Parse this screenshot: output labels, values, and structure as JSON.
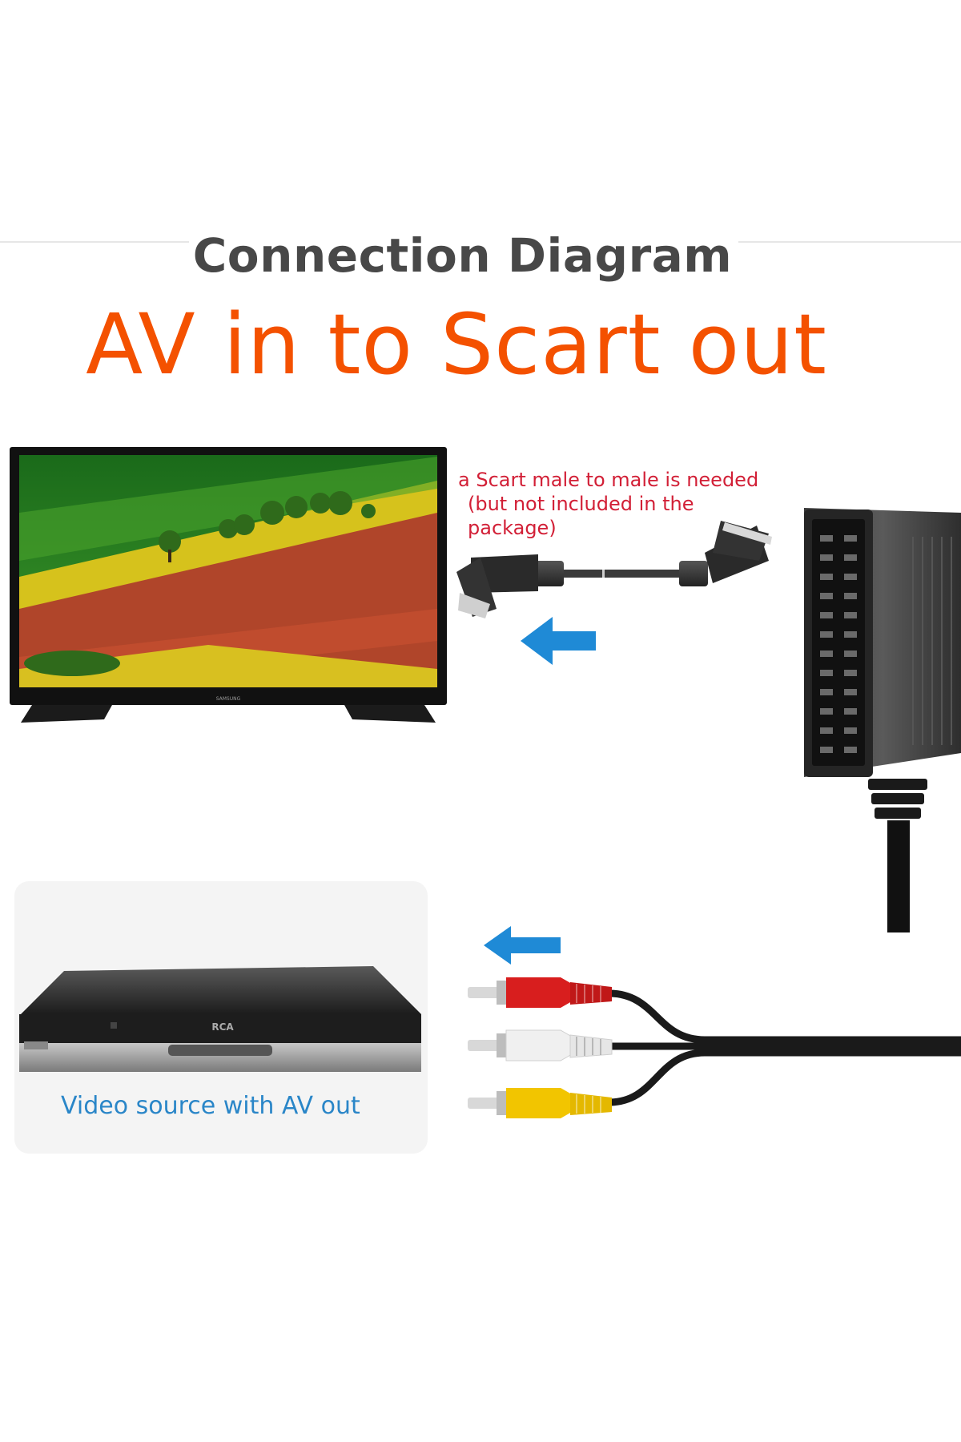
{
  "header": {
    "title": "Connection Diagram",
    "headline": "AV in to Scart out"
  },
  "cable_note": {
    "line1": "a Scart male to male is needed",
    "line2": "(but not included in the package)"
  },
  "source": {
    "caption": "Video source with AV out",
    "brand_label": "RCA"
  },
  "tv": {
    "brand_label": "SAMSUNG"
  },
  "colors": {
    "headline": "#f45100",
    "note": "#d21f36",
    "caption": "#2a86c8",
    "arrow": "#1f8ad6",
    "rca_red": "#d81e1e",
    "rca_white": "#f0f0f0",
    "rca_yellow": "#f2c500"
  },
  "icons": [
    "tv-icon",
    "scart-cable-icon",
    "scart-adapter-icon",
    "dvd-player-icon",
    "rca-cable-icon",
    "arrow-left-icon"
  ]
}
